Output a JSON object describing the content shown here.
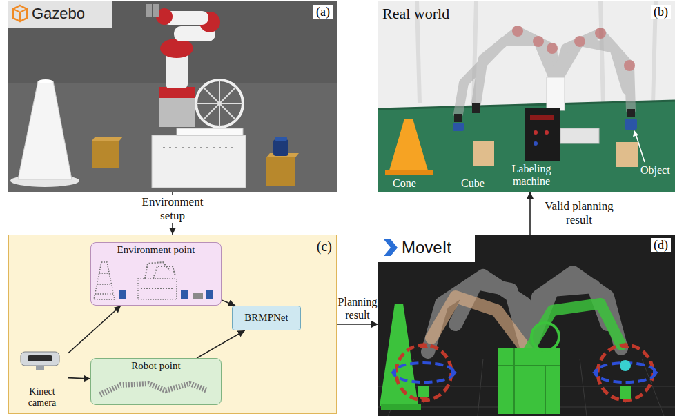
{
  "diagram": {
    "nodes": [
      {
        "text": [
          "Gazebo",
          "(a)"
        ]
      },
      {
        "text": [
          "Real world",
          "(b)"
        ]
      },
      {
        "text": [
          "(c)"
        ]
      },
      {
        "text": [
          "Kinect camera"
        ],
        "in": 2
      },
      {
        "text": [
          "Environment point"
        ],
        "in": 2
      },
      {
        "text": [
          "Robot point"
        ],
        "in": 2
      },
      {
        "text": [
          "BRMPNet"
        ],
        "in": 2
      },
      {
        "text": [
          "MoveIt",
          "(d)"
        ]
      }
    ],
    "edges": [
      {
        "from": 0,
        "to": 2,
        "arrow": "to",
        "label": "Environment setup"
      },
      {
        "from": 3,
        "to": 4,
        "arrow": "to"
      },
      {
        "from": 3,
        "to": 5,
        "arrow": "to"
      },
      {
        "from": 4,
        "to": 6,
        "arrow": "to"
      },
      {
        "from": 5,
        "to": 6,
        "arrow": "to"
      },
      {
        "from": 2,
        "to": 7,
        "arrow": "to",
        "label": "Planning result"
      },
      {
        "from": 7,
        "to": 1,
        "arrow": "to",
        "label": "Valid planning result"
      }
    ],
    "labels": [
      "Cone",
      "Cube",
      "Labeling machine",
      "Object"
    ]
  }
}
